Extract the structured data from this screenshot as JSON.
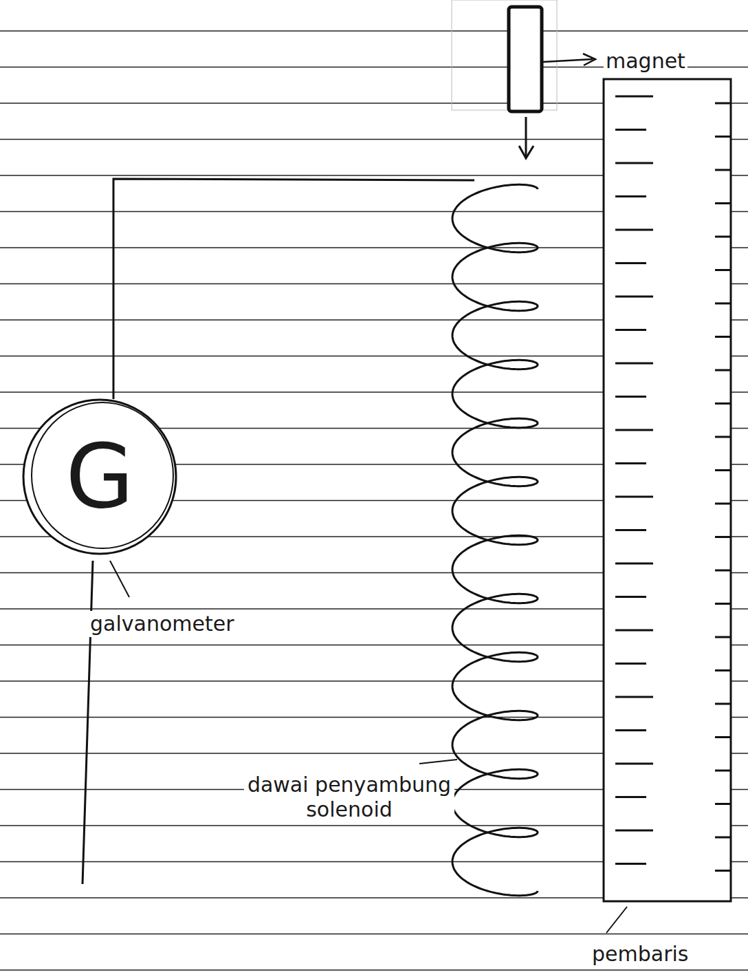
{
  "diagram": {
    "nodes": [
      {
        "text": [
          "G"
        ]
      }
    ],
    "labels": [
      "magnet",
      "galvanometer",
      "dawai penyambung solenoid",
      "pembaris"
    ]
  }
}
